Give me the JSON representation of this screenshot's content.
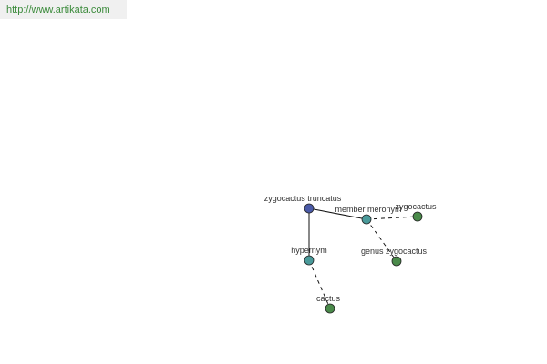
{
  "banner": {
    "url_text": "http://www.artikata.com"
  },
  "colors": {
    "root_node": "#4a5aa8",
    "relation_node": "#4a9a9a",
    "leaf_node": "#4a8a4a",
    "edge": "#111111",
    "url_text": "#3a8a3a",
    "banner_bg": "#f0f0f0"
  },
  "graph": {
    "nodes": [
      {
        "id": "root",
        "label": "zygocactus truncatus",
        "kind": "root_node"
      },
      {
        "id": "member-meronym",
        "label": "member meronym",
        "kind": "relation_node"
      },
      {
        "id": "zygocactus",
        "label": "zygocactus",
        "kind": "leaf_node"
      },
      {
        "id": "genus-zygocactus",
        "label": "genus zygocactus",
        "kind": "leaf_node"
      },
      {
        "id": "hypernym",
        "label": "hypernym",
        "kind": "relation_node"
      },
      {
        "id": "cactus",
        "label": "cactus",
        "kind": "leaf_node"
      }
    ],
    "edges": [
      {
        "from": "root",
        "to": "member-meronym",
        "style": "solid"
      },
      {
        "from": "root",
        "to": "hypernym",
        "style": "solid"
      },
      {
        "from": "member-meronym",
        "to": "zygocactus",
        "style": "dashed"
      },
      {
        "from": "member-meronym",
        "to": "genus-zygocactus",
        "style": "dashed"
      },
      {
        "from": "hypernym",
        "to": "cactus",
        "style": "dashed"
      }
    ]
  }
}
